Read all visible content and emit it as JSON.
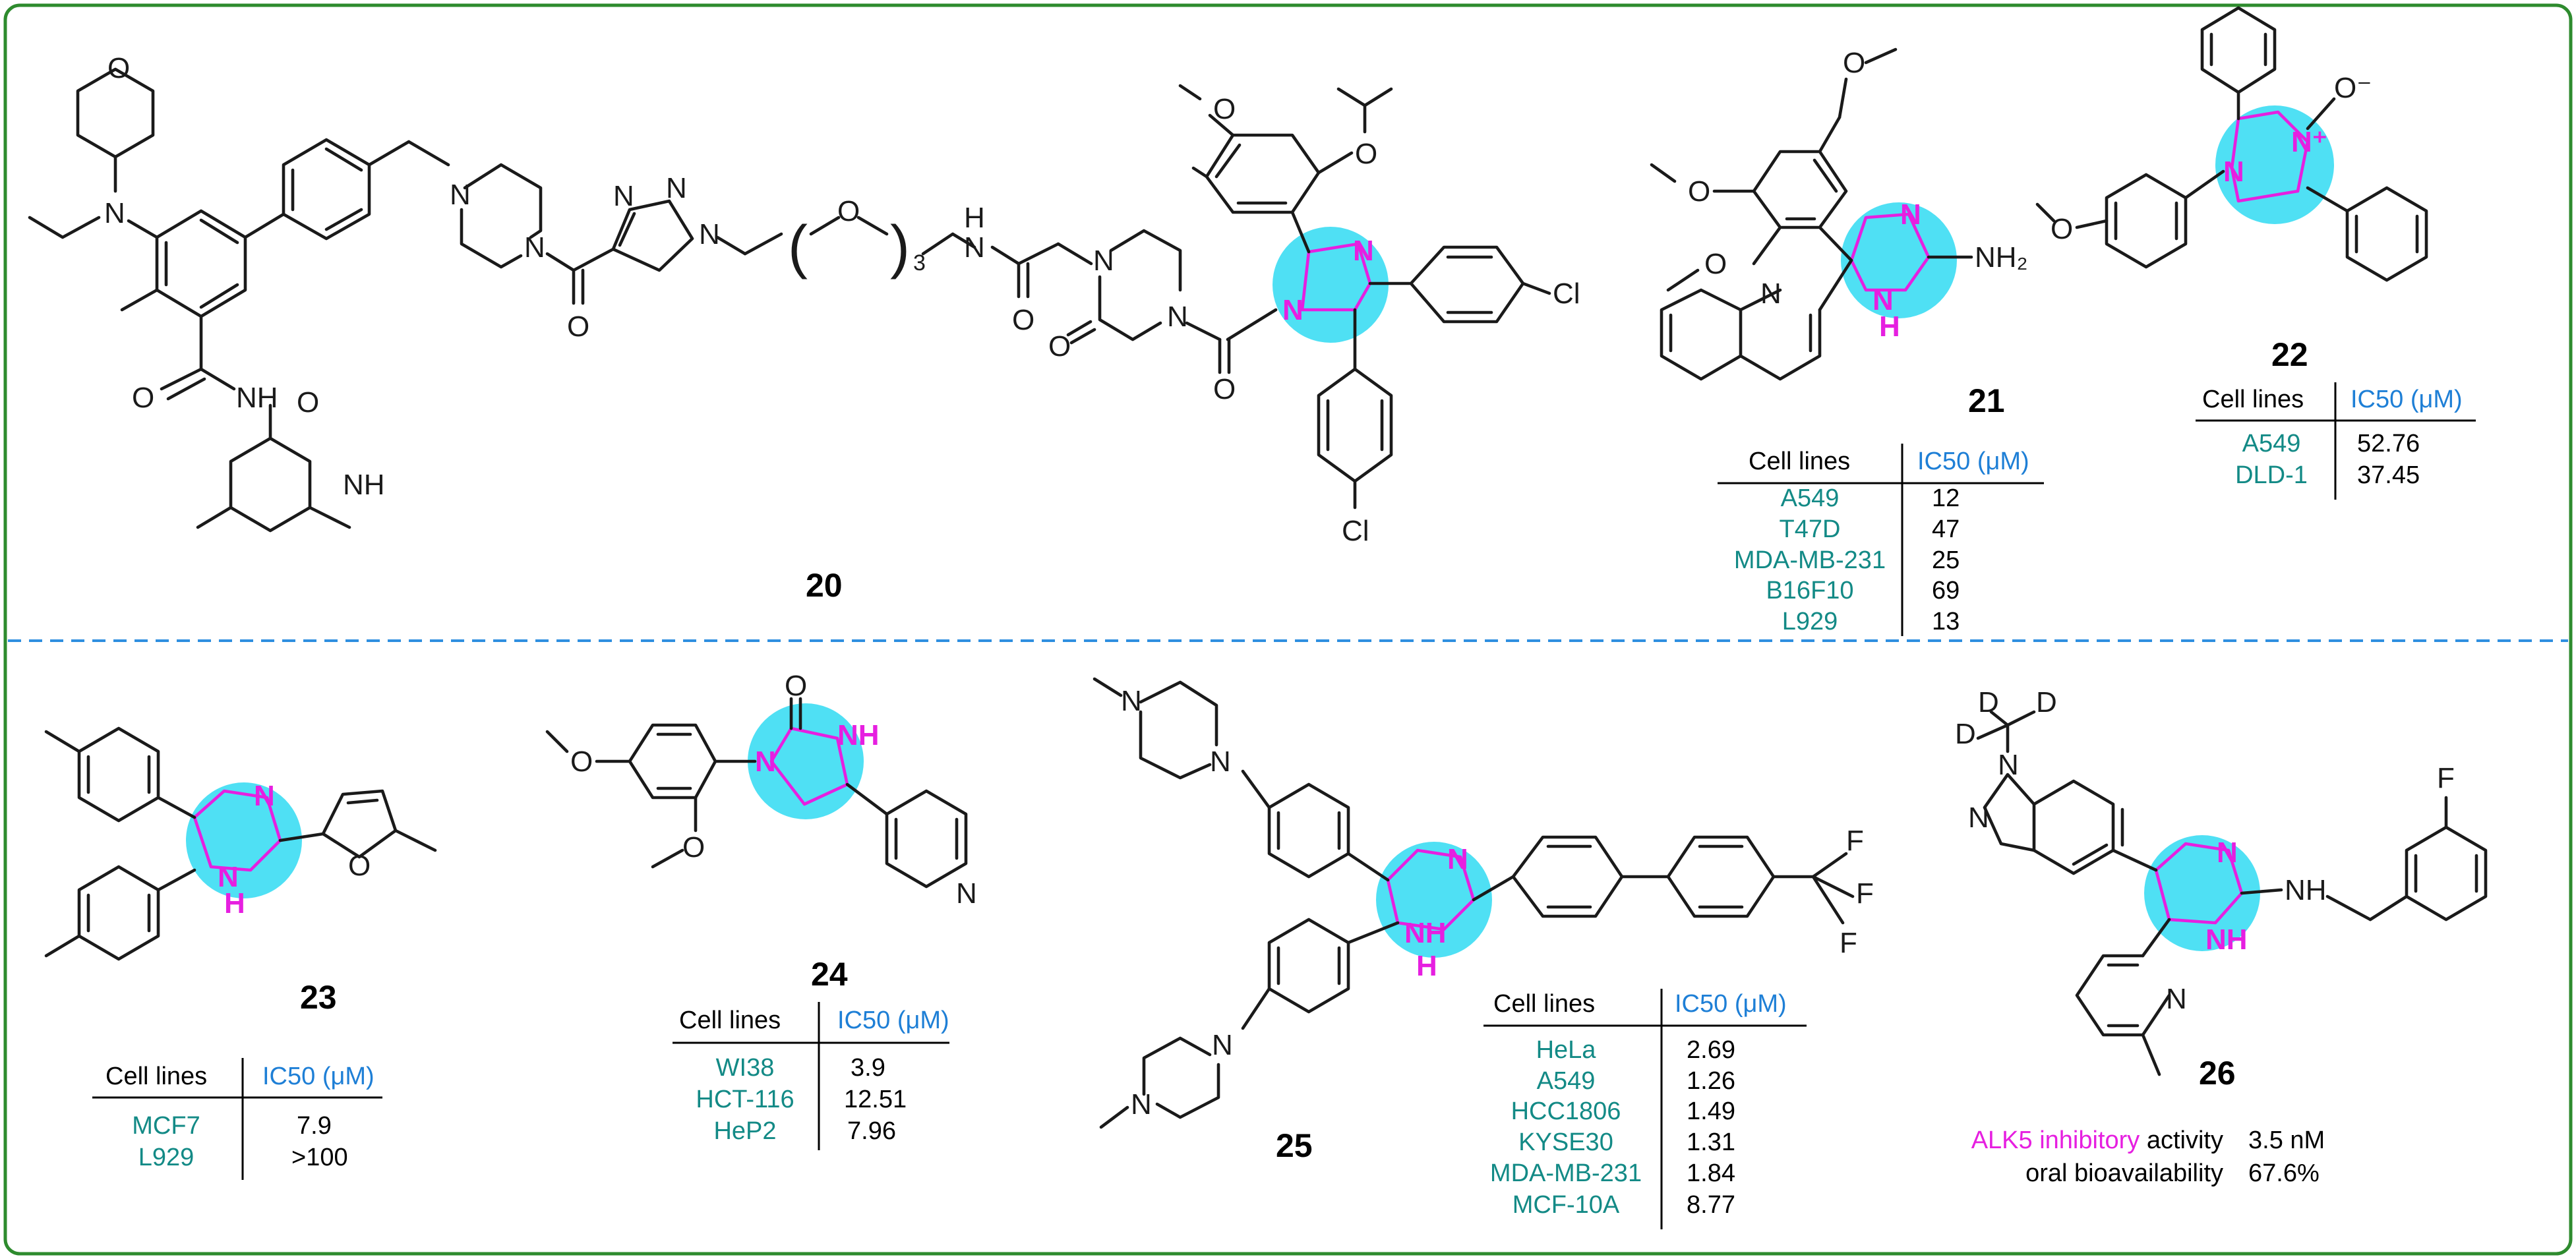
{
  "colors": {
    "frame": "#2e8b2e",
    "divider": "#2f8fe0",
    "imidazole_highlight": "#4fe0f4",
    "heteroatom": "#e61fe0",
    "cell_line_text": "#138a86",
    "ic50_header": "#1e7fd6"
  },
  "compounds": {
    "c20": {
      "label": "20"
    },
    "c21": {
      "label": "21",
      "header": {
        "col1": "Cell lines",
        "col2": "IC50 (μM)"
      },
      "rows": [
        {
          "cell": "A549",
          "ic50": "12"
        },
        {
          "cell": "T47D",
          "ic50": "47"
        },
        {
          "cell": "MDA-MB-231",
          "ic50": "25"
        },
        {
          "cell": "B16F10",
          "ic50": "69"
        },
        {
          "cell": "L929",
          "ic50": "13"
        }
      ]
    },
    "c22": {
      "label": "22",
      "header": {
        "col1": "Cell lines",
        "col2": "IC50 (μM)"
      },
      "rows": [
        {
          "cell": "A549",
          "ic50": "52.76"
        },
        {
          "cell": "DLD-1",
          "ic50": "37.45"
        }
      ]
    },
    "c23": {
      "label": "23",
      "header": {
        "col1": "Cell lines",
        "col2": "IC50 (μM)"
      },
      "rows": [
        {
          "cell": "MCF7",
          "ic50": "7.9"
        },
        {
          "cell": "L929",
          "ic50": ">100"
        }
      ]
    },
    "c24": {
      "label": "24",
      "header": {
        "col1": "Cell lines",
        "col2": "IC50 (μM)"
      },
      "rows": [
        {
          "cell": "WI38",
          "ic50": "3.9"
        },
        {
          "cell": "HCT-116",
          "ic50": "12.51"
        },
        {
          "cell": "HeP2",
          "ic50": "7.96"
        }
      ]
    },
    "c25": {
      "label": "25",
      "header": {
        "col1": "Cell lines",
        "col2": "IC50 (μM)"
      },
      "rows": [
        {
          "cell": "HeLa",
          "ic50": "2.69"
        },
        {
          "cell": "A549",
          "ic50": "1.26"
        },
        {
          "cell": "HCC1806",
          "ic50": "1.49"
        },
        {
          "cell": "KYSE30",
          "ic50": "1.31"
        },
        {
          "cell": "MDA-MB-231",
          "ic50": "1.84"
        },
        {
          "cell": "MCF-10A",
          "ic50": "8.77"
        }
      ]
    },
    "c26": {
      "label": "26",
      "alk5_highlight": "ALK5 inhibitory",
      "alk5_rest": " activity",
      "alk5_value": "3.5 nM",
      "oral_label": "oral bioavailability",
      "oral_value": "67.6%"
    }
  },
  "atoms": {
    "O": "O",
    "N": "N",
    "NH": "NH",
    "H": "H",
    "Cl": "Cl",
    "F": "F",
    "D": "D",
    "NH2": "NH₂",
    "N_plus": "N⁺",
    "O_minus": "O⁻",
    "sub3": "3",
    "paren_open": "(",
    "paren_close": ")"
  }
}
